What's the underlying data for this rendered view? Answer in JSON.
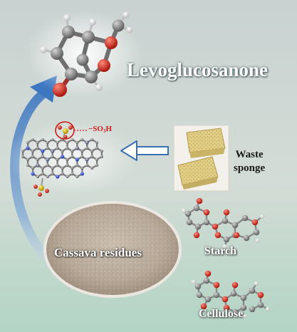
{
  "labels": {
    "product": "Levoglucosanone",
    "acid_group": {
      "prefix": "−SO",
      "subscript": "3",
      "suffix": "H"
    },
    "waste_sponge": "Waste sponge",
    "cassava": "Cassava residues",
    "starch": "Starch",
    "cellulose": "Cellulose"
  },
  "colors": {
    "carbon_atom": "#7d7d7d",
    "oxygen_atom": "#d62418",
    "hydrogen_atom": "#e9e9e9",
    "nitrogen_atom": "#2f4fd8",
    "sulfur_atom": "#d9b800",
    "arrow_blue": "#3a6fb0",
    "background_top": "#cfd8d7",
    "background_bottom": "#b5d6c7"
  }
}
